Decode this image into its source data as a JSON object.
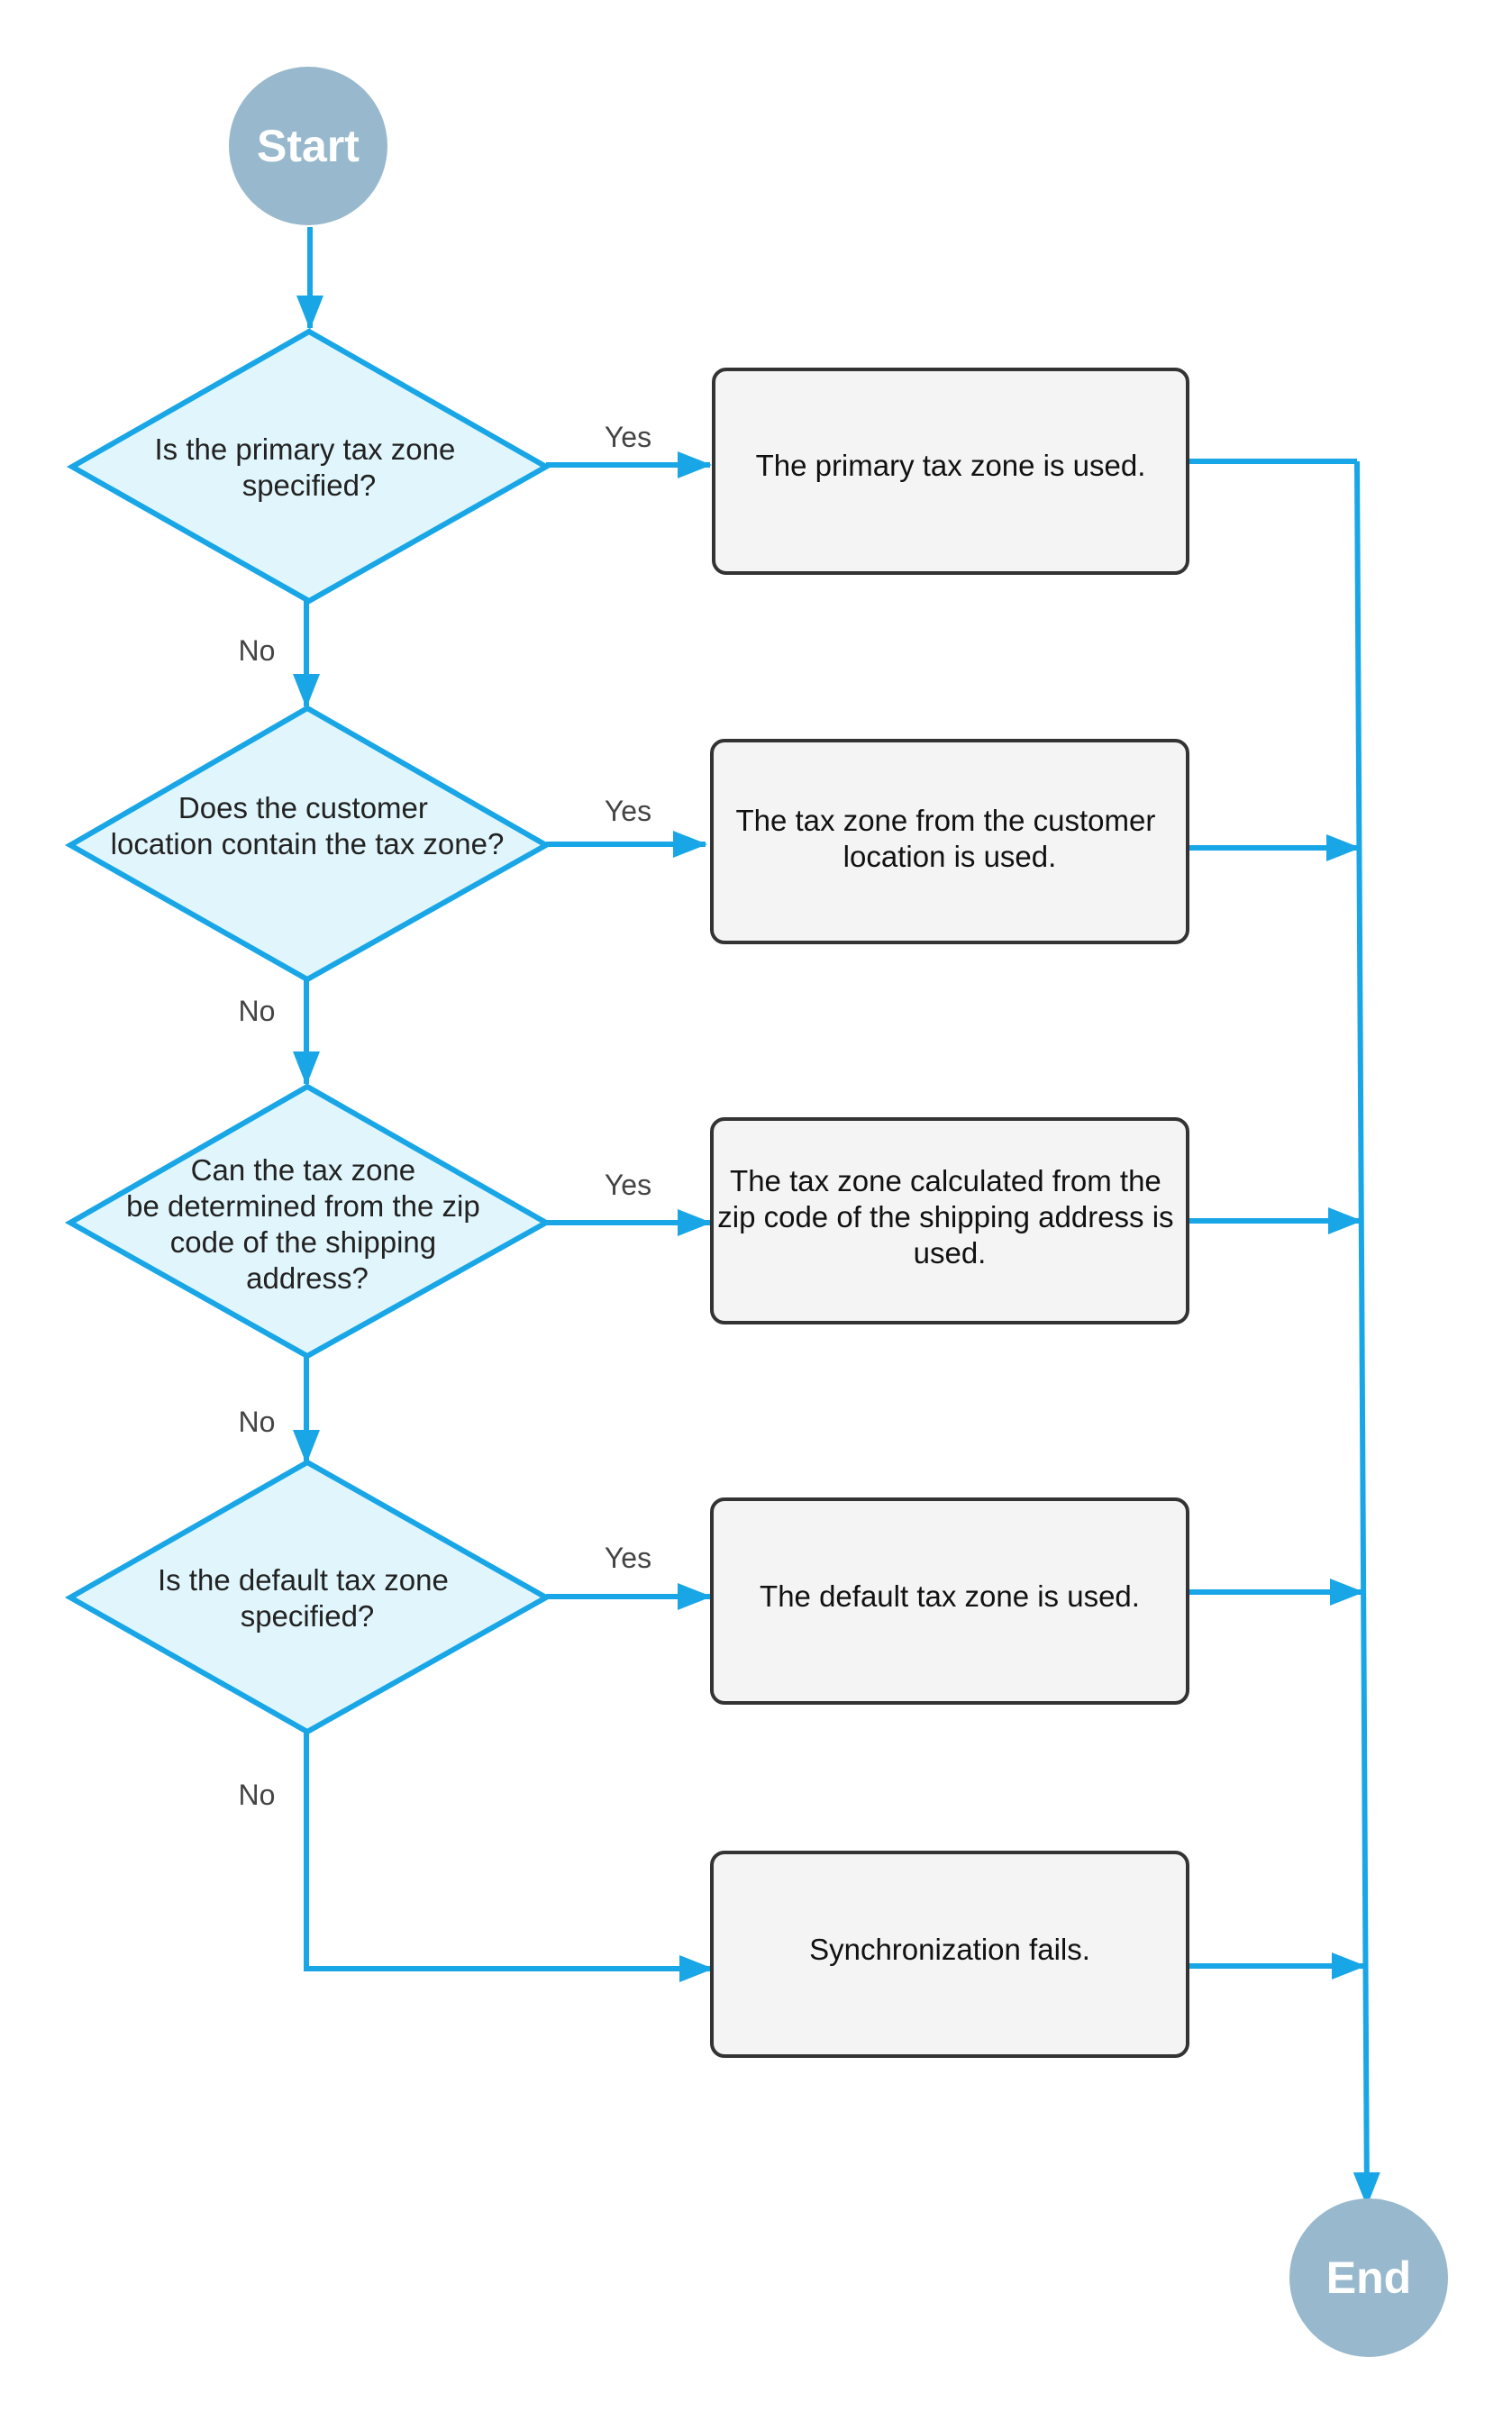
{
  "diagram": {
    "colors": {
      "connector": "#19a6e6",
      "decision_fill": "#e1f6fc",
      "process_fill": "#f4f4f4",
      "process_border": "#333333",
      "terminal_fill": "#98b9cd"
    },
    "start": "Start",
    "end": "End",
    "decisions": [
      {
        "lines": [
          "Is the primary tax zone",
          "specified?"
        ]
      },
      {
        "lines": [
          "Does the customer",
          "location contain the tax zone?"
        ]
      },
      {
        "lines": [
          "Can the tax zone",
          "be determined from the zip",
          "code of the shipping",
          "address?"
        ]
      },
      {
        "lines": [
          "Is the default tax zone",
          "specified?"
        ]
      }
    ],
    "outcomes": [
      {
        "lines": [
          "The primary tax zone is used."
        ]
      },
      {
        "lines": [
          "The tax zone from the customer",
          "location is used."
        ]
      },
      {
        "lines": [
          "The tax zone calculated from the",
          "zip code of the shipping address is",
          "used."
        ]
      },
      {
        "lines": [
          "The default tax zone is used."
        ]
      },
      {
        "lines": [
          "Synchronization fails."
        ]
      }
    ],
    "edge_labels": {
      "yes": "Yes",
      "no": "No"
    }
  }
}
